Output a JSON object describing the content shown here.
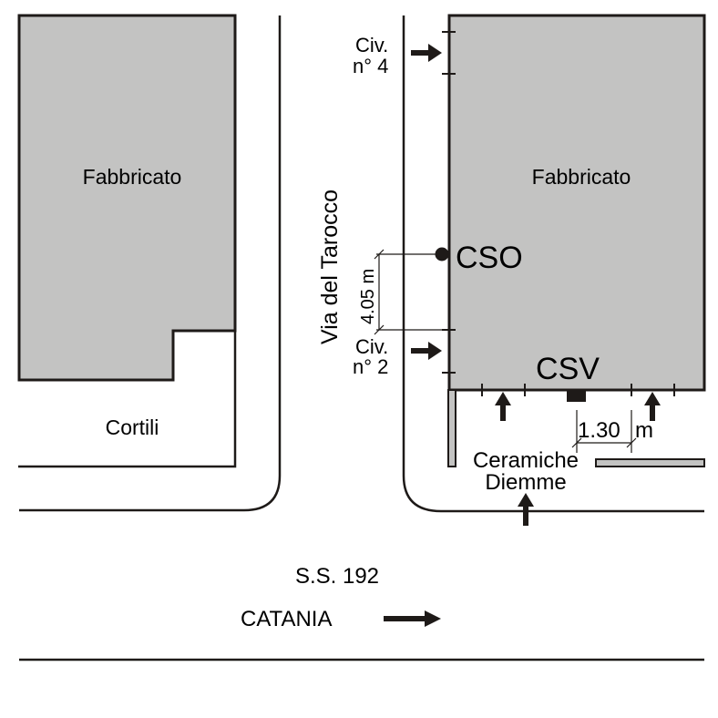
{
  "map": {
    "buildings": {
      "left_label": "Fabbricato",
      "right_label": "Fabbricato"
    },
    "courtyard_label": "Cortili",
    "street_side": "Via del Tarocco",
    "main_road": {
      "name": "S.S. 192",
      "direction_label": "CATANIA"
    },
    "house_numbers": [
      {
        "line1": "Civ.",
        "line2": "n° 4"
      },
      {
        "line1": "Civ.",
        "line2": "n° 2"
      }
    ],
    "stations": {
      "cso": "CSO",
      "csv": "CSV"
    },
    "dimensions": {
      "vertical": "4.05 m",
      "horizontal_value": "1.30",
      "horizontal_unit": "m"
    },
    "shop": {
      "line1": "Ceramiche",
      "line2": "Diemme"
    },
    "colors": {
      "building_fill": "#c3c3c2",
      "outline": "#1e1a18"
    }
  }
}
